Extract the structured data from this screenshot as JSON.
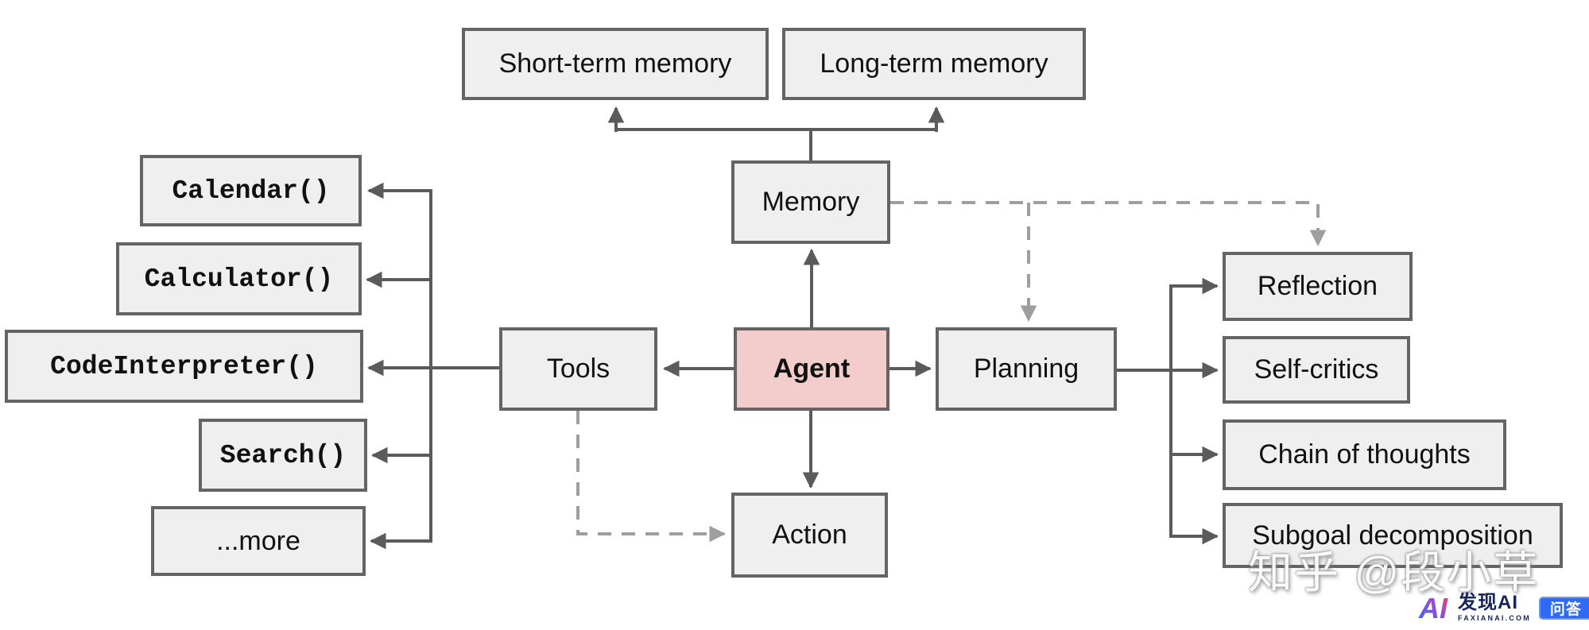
{
  "colors": {
    "node_fill": "#efefef",
    "node_border": "#646464",
    "agent_fill": "#f3cccc",
    "solid_line": "#5b5b5b",
    "dashed_line": "#9e9e9e",
    "text_color": "#111111",
    "brand_navy": "#16265c",
    "badge_blue": "#2e6bf2"
  },
  "nodes": {
    "short_term_memory": "Short-term memory",
    "long_term_memory": "Long-term memory",
    "memory": "Memory",
    "agent": "Agent",
    "tools": "Tools",
    "planning": "Planning",
    "action": "Action",
    "calendar": "Calendar()",
    "calculator": "Calculator()",
    "code_interpreter": "CodeInterpreter()",
    "search": "Search()",
    "more": "...more",
    "reflection": "Reflection",
    "self_critics": "Self-critics",
    "chain_of_thoughts": "Chain of thoughts",
    "subgoal_decomposition": "Subgoal decomposition"
  },
  "edges": {
    "solid": [
      "Memory -> Short-term memory",
      "Memory -> Long-term memory",
      "Agent -> Memory",
      "Agent -> Tools",
      "Agent -> Planning",
      "Agent -> Action",
      "Tools -> Calendar()",
      "Tools -> Calculator()",
      "Tools -> CodeInterpreter()",
      "Tools -> Search()",
      "Tools -> ...more",
      "Planning -> Reflection",
      "Planning -> Self-critics",
      "Planning -> Chain of thoughts",
      "Planning -> Subgoal decomposition"
    ],
    "dashed": [
      "Memory -> Planning",
      "Memory -> Reflection",
      "Tools -> Action"
    ]
  },
  "watermark": {
    "text": "知乎 @段小草"
  },
  "branding": {
    "logo_mark": "AI",
    "logo_name": "发现AI",
    "logo_domain": "FAXIANAI.COM",
    "badge": "问答",
    "logo_gradient": [
      "#2f6df2",
      "#8a4fd8",
      "#f03e77"
    ]
  }
}
